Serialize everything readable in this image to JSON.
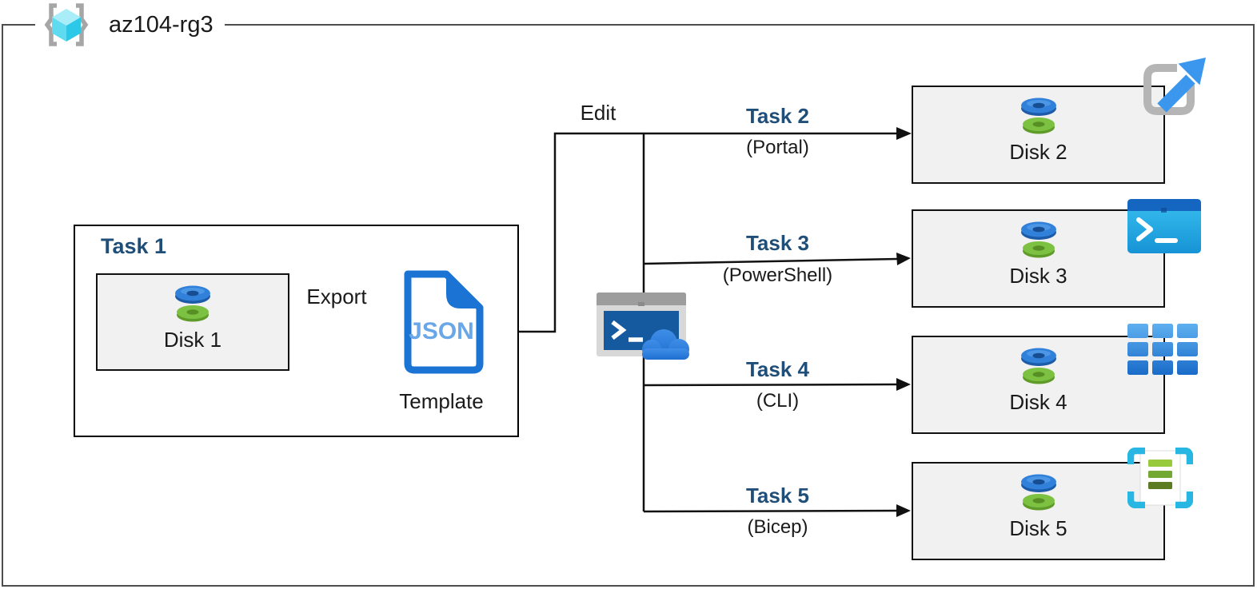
{
  "rg": {
    "label": "az104-rg3",
    "icon": "resource-group-icon"
  },
  "task1": {
    "title": "Task 1",
    "disk": "Disk 1"
  },
  "labels": {
    "export": "Export",
    "edit": "Edit"
  },
  "template": {
    "badge": "JSON",
    "caption": "Template"
  },
  "branches": [
    {
      "task": "Task 2",
      "method": "(Portal)",
      "disk": "Disk 2",
      "icon": "azure-portal-icon"
    },
    {
      "task": "Task 3",
      "method": "(PowerShell)",
      "disk": "Disk 3",
      "icon": "powershell-icon"
    },
    {
      "task": "Task 4",
      "method": "(CLI)",
      "disk": "Disk 4",
      "icon": "azure-cli-icon"
    },
    {
      "task": "Task 5",
      "method": "(Bicep)",
      "disk": "Disk 5",
      "icon": "bicep-template-icon"
    }
  ],
  "colors": {
    "task_label": "#1f4e79",
    "connector_line": "#111111",
    "disk_box_fill": "#f1f1f1",
    "outer_border": "#4d4d4d",
    "azure_blue": "#1b74d4",
    "disk_blue": "#3181da",
    "disk_green": "#7cc142"
  }
}
